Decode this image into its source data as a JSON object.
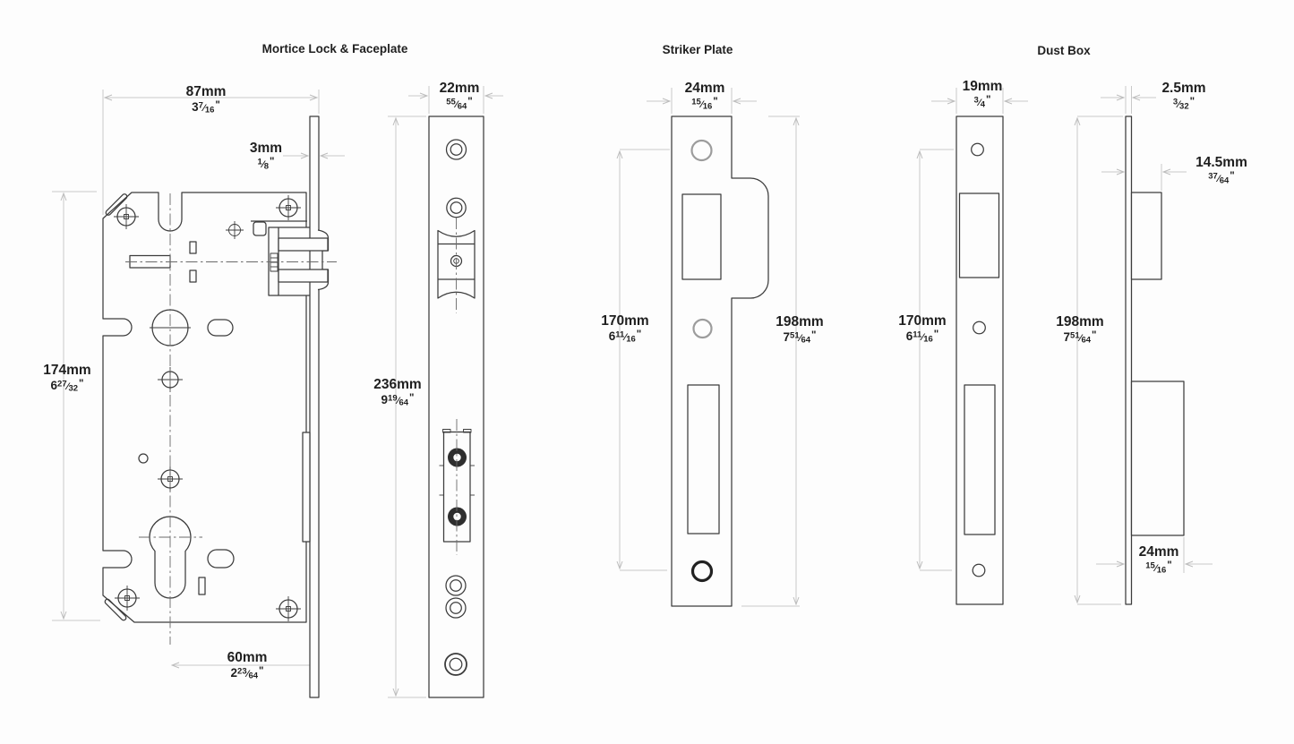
{
  "titles": {
    "lock": "Mortice Lock & Faceplate",
    "striker": "Striker Plate",
    "dustbox": "Dust Box"
  },
  "symbols": {
    "inch": "\"",
    "slash": "⁄"
  },
  "colors": {
    "background": "#fdfdfd",
    "line": "#3c3c3c",
    "centerline": "#666666",
    "dimension_line": "#c9c9c9",
    "text": "#1f1f1f",
    "hole_ring_gray": "#9c9c9c",
    "filled_hole": "#2e2e2e"
  },
  "dims": {
    "lock_width": {
      "mm": "87mm",
      "whole": "3",
      "num": "7",
      "den": "16"
    },
    "faceplate_thickness": {
      "mm": "3mm",
      "whole": "",
      "num": "1",
      "den": "8"
    },
    "faceplate_width": {
      "mm": "22mm",
      "whole": "",
      "num": "55",
      "den": "64"
    },
    "faceplate_height": {
      "mm": "236mm",
      "whole": "9",
      "num": "19",
      "den": "64"
    },
    "lock_height": {
      "mm": "174mm",
      "whole": "6",
      "num": "27",
      "den": "32"
    },
    "backset": {
      "mm": "60mm",
      "whole": "2",
      "num": "23",
      "den": "64"
    },
    "striker_width": {
      "mm": "24mm",
      "whole": "",
      "num": "15",
      "den": "16"
    },
    "striker_hole_spacing": {
      "mm": "170mm",
      "whole": "6",
      "num": "11",
      "den": "16"
    },
    "striker_height": {
      "mm": "198mm",
      "whole": "7",
      "num": "51",
      "den": "64"
    },
    "dustbox_width": {
      "mm": "19mm",
      "whole": "",
      "num": "3",
      "den": "4"
    },
    "dustbox_hole_spacing": {
      "mm": "170mm",
      "whole": "6",
      "num": "11",
      "den": "16"
    },
    "dustbox_height": {
      "mm": "198mm",
      "whole": "7",
      "num": "51",
      "den": "64"
    },
    "dustbox_plate_thickness": {
      "mm": "2.5mm",
      "whole": "",
      "num": "3",
      "den": "32"
    },
    "dustbox_latch_depth": {
      "mm": "14.5mm",
      "whole": "",
      "num": "37",
      "den": "64"
    },
    "dustbox_bolt_depth": {
      "mm": "24mm",
      "whole": "",
      "num": "15",
      "den": "16"
    }
  }
}
